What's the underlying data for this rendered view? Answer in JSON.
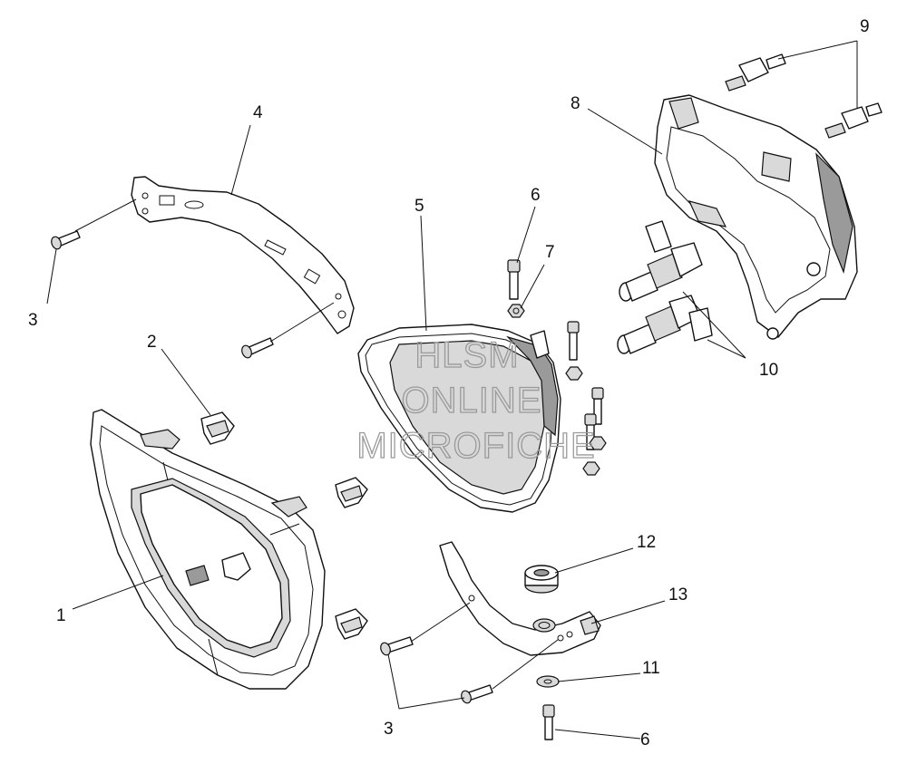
{
  "callouts": {
    "c1": "1",
    "c2": "2",
    "c3_top": "3",
    "c3_bottom": "3",
    "c4": "4",
    "c5": "5",
    "c6_top": "6",
    "c6_bottom": "6",
    "c7": "7",
    "c8": "8",
    "c9": "9",
    "c10": "10",
    "c11": "11",
    "c12": "12",
    "c13": "13"
  },
  "watermark": {
    "line1": "HLSM",
    "line2": "ONLINE",
    "line3": "MICROFICHE"
  }
}
